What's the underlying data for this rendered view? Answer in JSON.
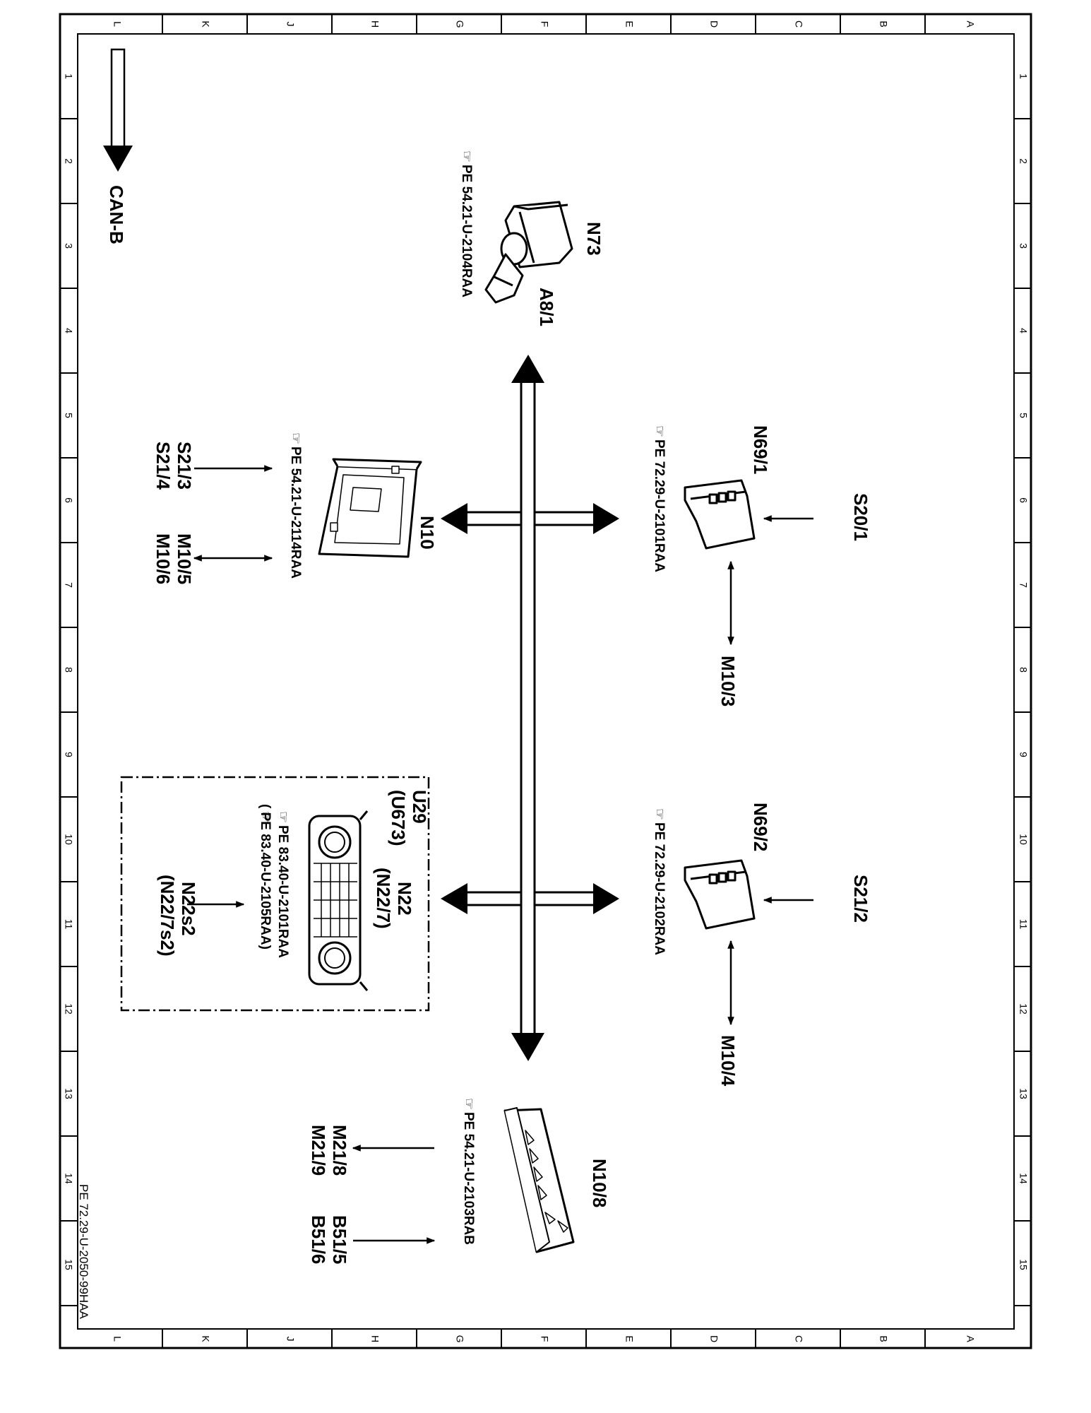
{
  "header": {
    "signal_label": "CAN-B"
  },
  "footer": {
    "document_id": "PE 72.29-U-2050-99HAA"
  },
  "grid": {
    "letters": [
      "L",
      "K",
      "J",
      "H",
      "G",
      "F",
      "E",
      "D",
      "C",
      "B",
      "A"
    ],
    "numbers": [
      "1",
      "2",
      "3",
      "4",
      "5",
      "6",
      "7",
      "8",
      "9",
      "10",
      "11",
      "12",
      "13",
      "14",
      "15"
    ]
  },
  "components": {
    "n73": {
      "name": "N73",
      "sub": "A8/1",
      "ref": "PE  54.21-U-2104RAA"
    },
    "n69_1": {
      "name": "N69/1",
      "ref": "PE  72.29-U-2101RAA",
      "input": "S20/1",
      "output": "M10/3"
    },
    "n10": {
      "name": "N10",
      "ref": "PE  54.21-U-2114RAA",
      "input_1": "S21/3",
      "input_2": "S21/4",
      "io_1": "M10/5",
      "io_2": "M10/6"
    },
    "n69_2": {
      "name": "N69/2",
      "ref": "PE  72.29-U-2102RAA",
      "input": "S21/2",
      "output": "M10/4"
    },
    "n22": {
      "group_1": "U29",
      "group_2": "(U673)",
      "name": "N22",
      "alt_name": "(N22/7)",
      "ref_1": "PE  83.40-U-2101RAA",
      "ref_2": "( PE  83.40-U-2105RAA)",
      "input": "N22s2",
      "input_alt": "(N22/7s2)"
    },
    "n10_8": {
      "name": "N10/8",
      "ref": "PE  54.21-U-2103RAB",
      "out_1": "M21/8",
      "out_2": "M21/9",
      "in_1": "B51/5",
      "in_2": "B51/6"
    }
  }
}
